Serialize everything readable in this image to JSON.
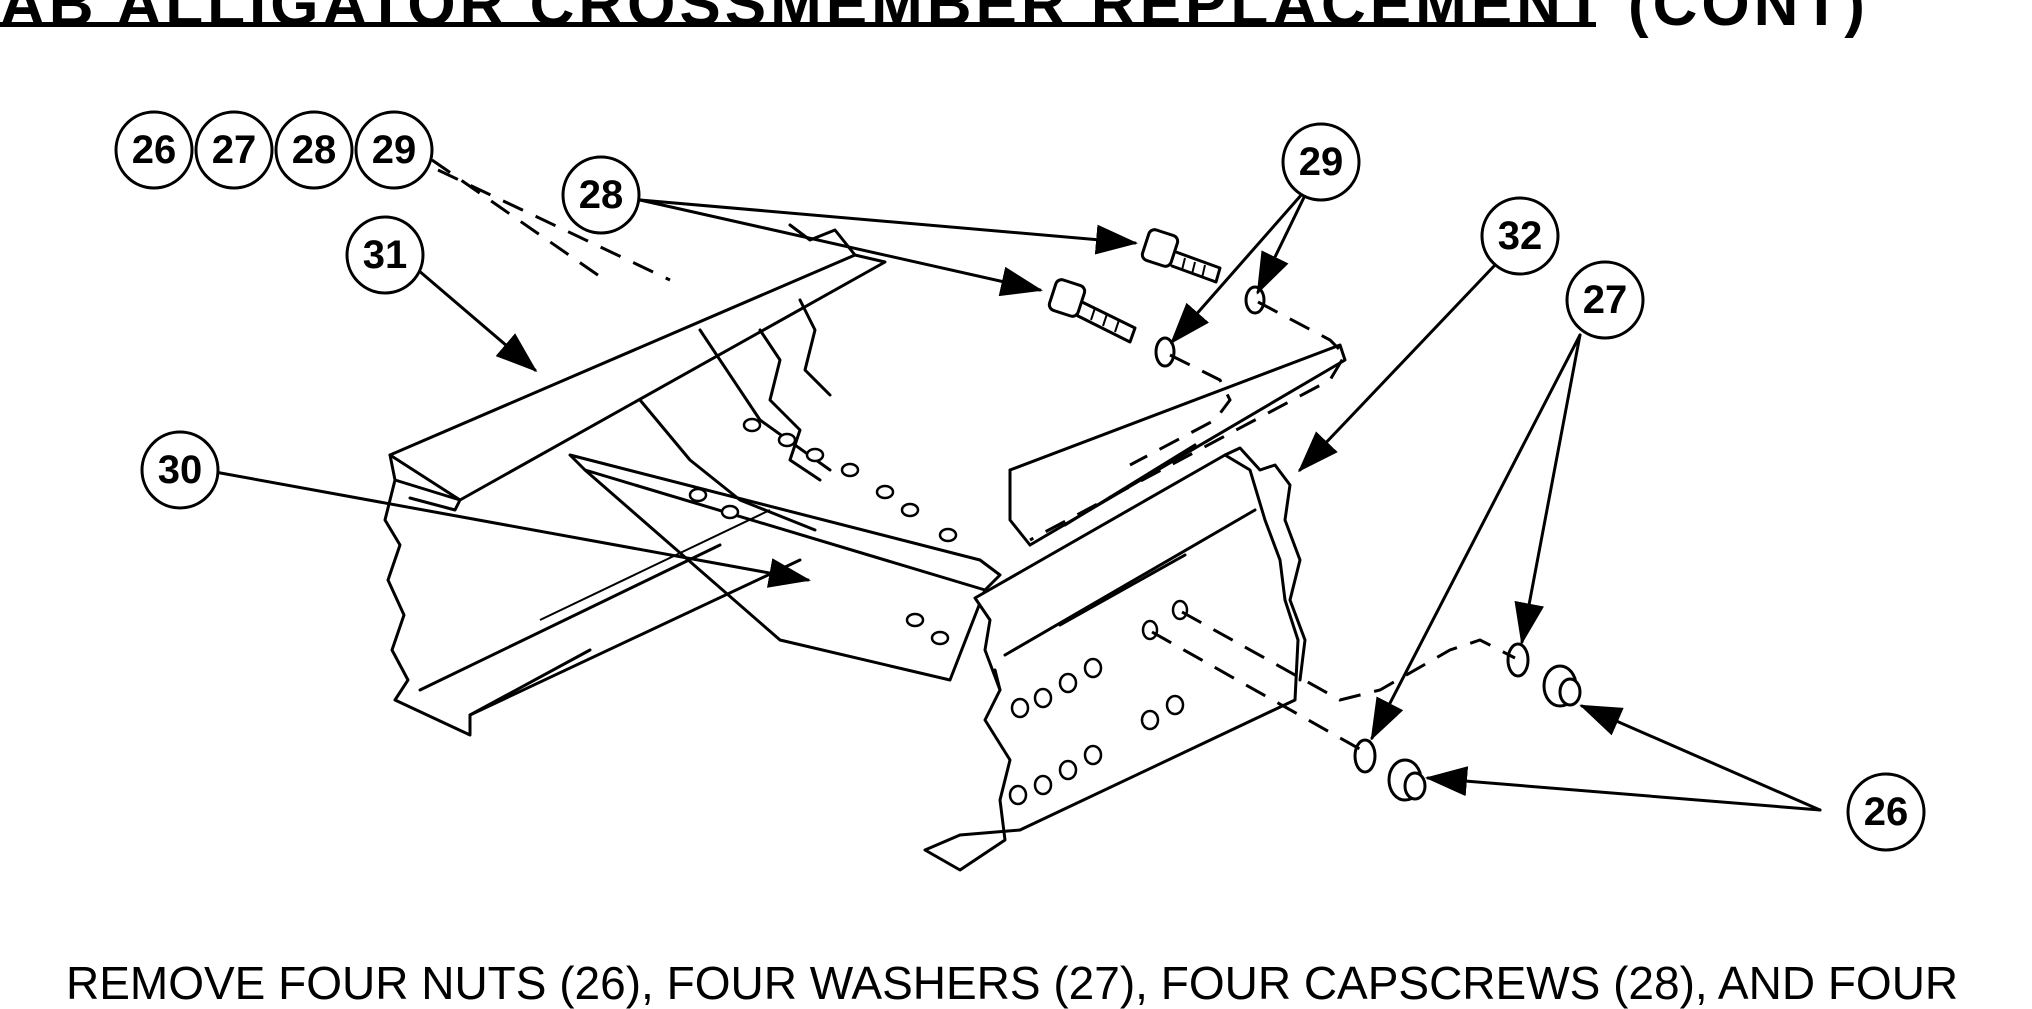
{
  "document": {
    "title": "AB ALLIGATOR CROSSMEMBER REPLACEMENT (CONT)",
    "instruction": "REMOVE FOUR NUTS (26), FOUR WASHERS (27), FOUR CAPSCREWS (28), AND FOUR"
  },
  "figure": {
    "callout_group": [
      "26",
      "27",
      "28",
      "29"
    ],
    "callouts": {
      "c31": "31",
      "c28": "28",
      "c29": "29",
      "c32": "32",
      "c27": "27",
      "c30": "30",
      "c26": "26"
    }
  }
}
